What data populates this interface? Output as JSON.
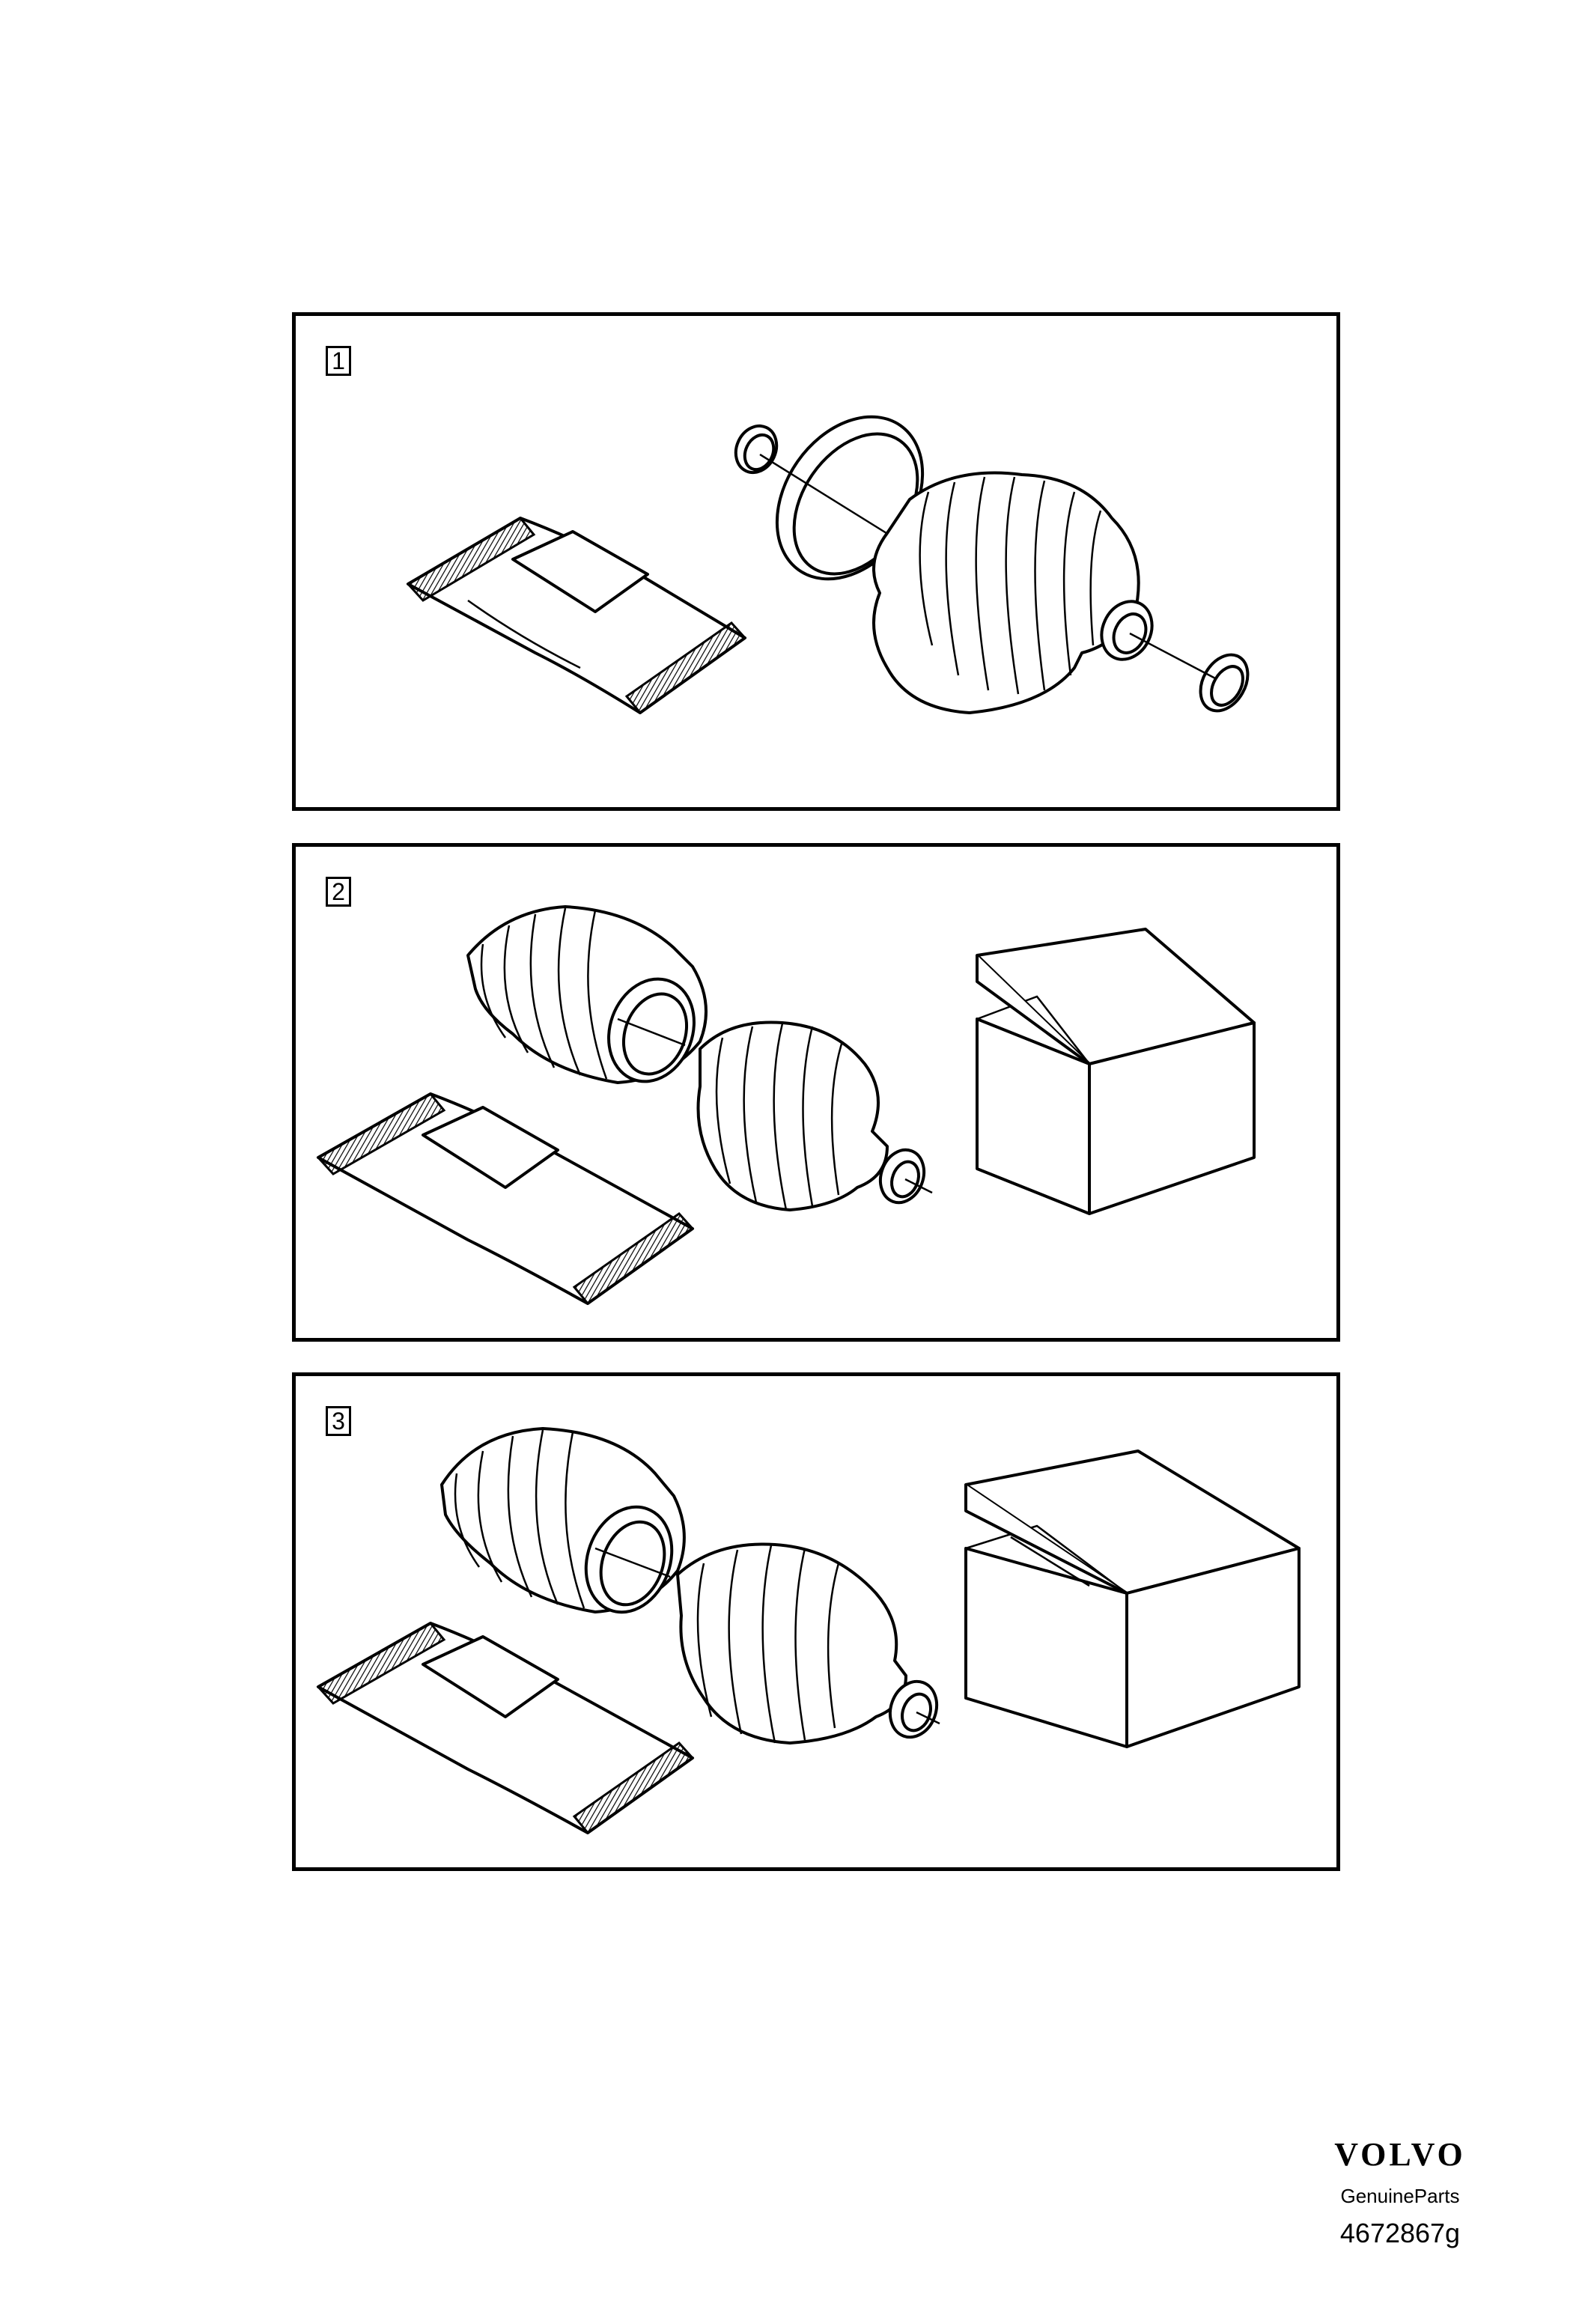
{
  "panels": [
    {
      "label": "1"
    },
    {
      "label": "2"
    },
    {
      "label": "3"
    }
  ],
  "footer": {
    "brand": "VOLVO",
    "tagline": "GenuineParts",
    "reference": "4672867g"
  }
}
